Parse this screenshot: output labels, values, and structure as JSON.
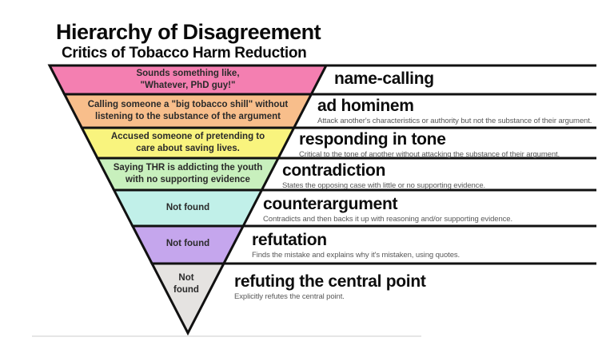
{
  "title": "Hierarchy of Disagreement",
  "subtitle": "Critics of Tobacco Harm Reduction",
  "colors": {
    "border": "#111111",
    "divider": "#111111",
    "baseline": "#dddddd"
  },
  "levels": [
    {
      "name": "name-calling",
      "example": "Sounds something like,\n\"Whatever, PhD guy!\"",
      "color": "#f47fb1"
    },
    {
      "name": "ad hominem",
      "example": "Calling someone a \"big tobacco shill\" without\nlistening to the substance of the argument",
      "description": "Attack another's characteristics or authority but not the substance of their argument.",
      "color": "#f8be8b"
    },
    {
      "name": "responding in tone",
      "example": "Accused someone of pretending to\ncare about saving lives.",
      "description": "Critical to the tone of another without attacking the substance of their argument.",
      "color": "#f9f47e"
    },
    {
      "name": "contradiction",
      "example": "Saying THR is addicting the youth\nwith no supporting evidence",
      "description": "States the opposing case with little or no supporting evidence.",
      "color": "#c8f0bd"
    },
    {
      "name": "counterargument",
      "example": "Not found",
      "description": "Contradicts and then backs it up with reasoning and/or supporting evidence.",
      "color": "#c1f0e9"
    },
    {
      "name": "refutation",
      "example": "Not found",
      "description": "Finds the mistake and explains why it's mistaken, using quotes.",
      "color": "#c5a6ed"
    },
    {
      "name": "refuting the central point",
      "example": "Not\nfound",
      "description": "Explicitly refutes the central point.",
      "color": "#e5e3e1"
    }
  ]
}
